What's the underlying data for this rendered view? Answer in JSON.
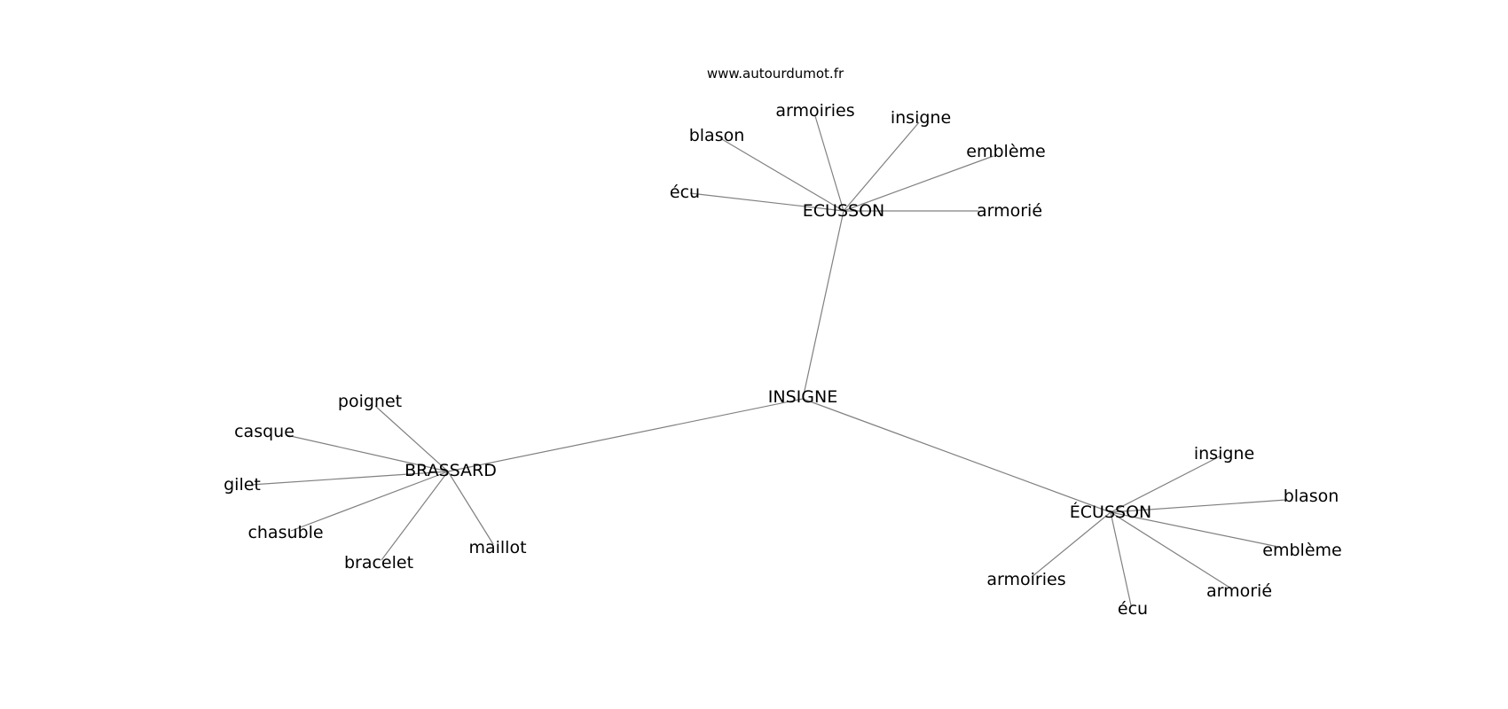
{
  "watermark": "www.autourdumot.fr",
  "colors": {
    "edge": "#808080",
    "text": "#000000",
    "background": "#ffffff"
  },
  "nodes": [
    {
      "id": "insigne_center",
      "label": "INSIGNE"
    },
    {
      "id": "ecusson1",
      "label": "ECUSSON"
    },
    {
      "id": "ecusson2",
      "label": "ÉCUSSON"
    },
    {
      "id": "brassard",
      "label": "BRASSARD"
    },
    {
      "id": "e1_blason",
      "label": "blason"
    },
    {
      "id": "e1_armoiries",
      "label": "armoiries"
    },
    {
      "id": "e1_insigne",
      "label": "insigne"
    },
    {
      "id": "e1_embleme",
      "label": "emblème"
    },
    {
      "id": "e1_ecu",
      "label": "écu"
    },
    {
      "id": "e1_armorie",
      "label": "armorié"
    },
    {
      "id": "b_poignet",
      "label": "poignet"
    },
    {
      "id": "b_casque",
      "label": "casque"
    },
    {
      "id": "b_gilet",
      "label": "gilet"
    },
    {
      "id": "b_chasuble",
      "label": "chasuble"
    },
    {
      "id": "b_bracelet",
      "label": "bracelet"
    },
    {
      "id": "b_maillot",
      "label": "maillot"
    },
    {
      "id": "e2_insigne",
      "label": "insigne"
    },
    {
      "id": "e2_blason",
      "label": "blason"
    },
    {
      "id": "e2_embleme",
      "label": "emblème"
    },
    {
      "id": "e2_armorie",
      "label": "armorié"
    },
    {
      "id": "e2_ecu",
      "label": "écu"
    },
    {
      "id": "e2_armoiries",
      "label": "armoiries"
    }
  ],
  "edges": [
    [
      "insigne_center",
      "ecusson1"
    ],
    [
      "insigne_center",
      "brassard"
    ],
    [
      "insigne_center",
      "ecusson2"
    ],
    [
      "ecusson1",
      "e1_blason"
    ],
    [
      "ecusson1",
      "e1_armoiries"
    ],
    [
      "ecusson1",
      "e1_insigne"
    ],
    [
      "ecusson1",
      "e1_embleme"
    ],
    [
      "ecusson1",
      "e1_ecu"
    ],
    [
      "ecusson1",
      "e1_armorie"
    ],
    [
      "brassard",
      "b_poignet"
    ],
    [
      "brassard",
      "b_casque"
    ],
    [
      "brassard",
      "b_gilet"
    ],
    [
      "brassard",
      "b_chasuble"
    ],
    [
      "brassard",
      "b_bracelet"
    ],
    [
      "brassard",
      "b_maillot"
    ],
    [
      "ecusson2",
      "e2_insigne"
    ],
    [
      "ecusson2",
      "e2_blason"
    ],
    [
      "ecusson2",
      "e2_embleme"
    ],
    [
      "ecusson2",
      "e2_armorie"
    ],
    [
      "ecusson2",
      "e2_ecu"
    ],
    [
      "ecusson2",
      "e2_armoiries"
    ]
  ]
}
